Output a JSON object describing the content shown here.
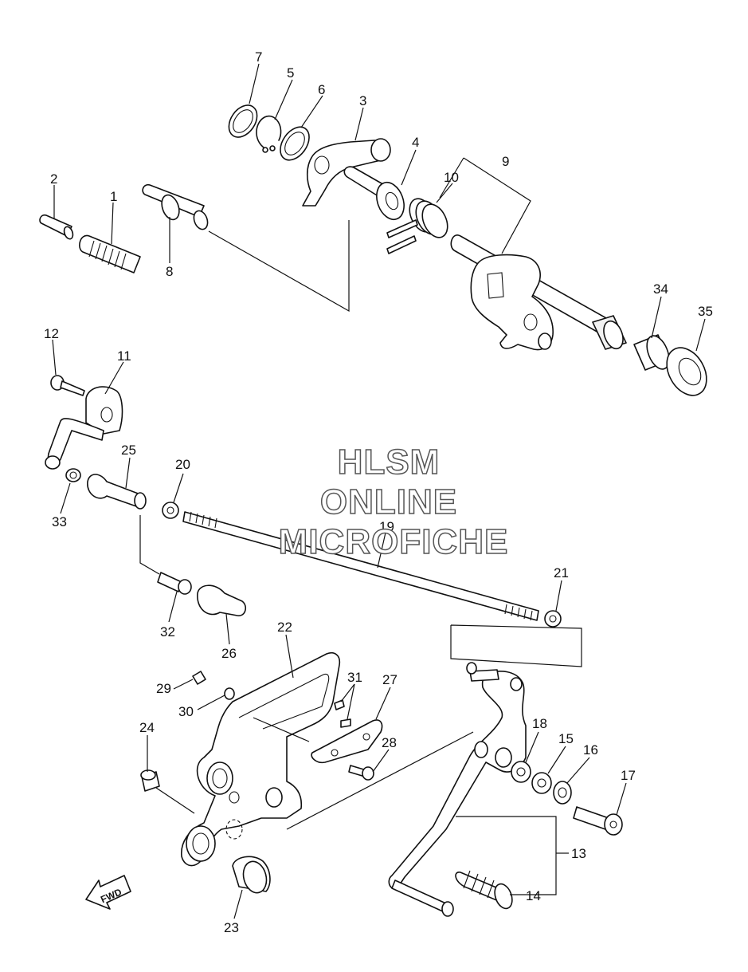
{
  "watermark": {
    "line1": "HLSM",
    "line2": "ONLINE",
    "line3": "MICROFICHE"
  },
  "direction_label": "FWD",
  "callouts": {
    "c1": "1",
    "c2": "2",
    "c3": "3",
    "c4": "4",
    "c5": "5",
    "c6": "6",
    "c7": "7",
    "c8": "8",
    "c9": "9",
    "c10": "10",
    "c11": "11",
    "c12": "12",
    "c13": "13",
    "c14": "14",
    "c15": "15",
    "c16": "16",
    "c17": "17",
    "c18": "18",
    "c19": "19",
    "c20": "20",
    "c21": "21",
    "c22": "22",
    "c23": "23",
    "c24": "24",
    "c25": "25",
    "c26": "26",
    "c27": "27",
    "c28": "28",
    "c29": "29",
    "c30": "30",
    "c31": "31",
    "c32": "32",
    "c33": "33",
    "c34": "34",
    "c35": "35"
  }
}
